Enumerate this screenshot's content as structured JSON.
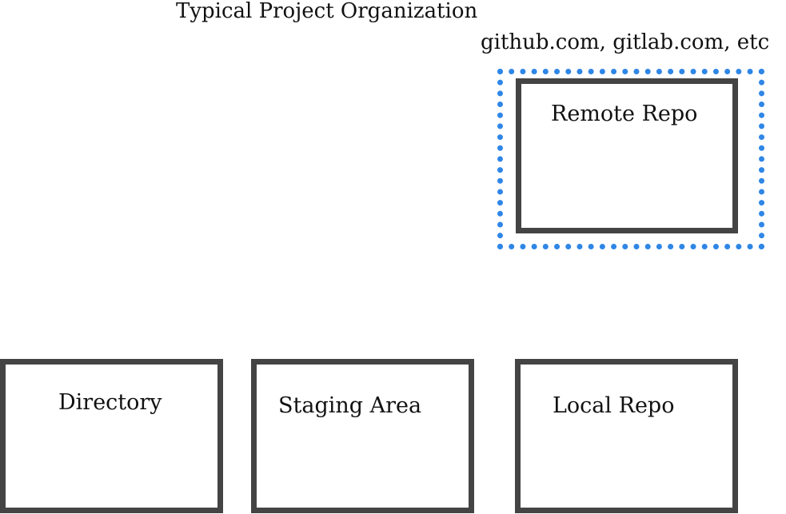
{
  "diagram": {
    "title": "Typical Project Organization",
    "remote_host_label": "github.com, gitlab.com, etc",
    "boxes": {
      "remote": "Remote Repo",
      "directory": "Directory",
      "staging": "Staging Area",
      "local": "Local Repo"
    },
    "colors": {
      "box_border": "#444444",
      "remote_host_border": "#2f86e6",
      "text": "#111111",
      "background": "#ffffff"
    }
  }
}
